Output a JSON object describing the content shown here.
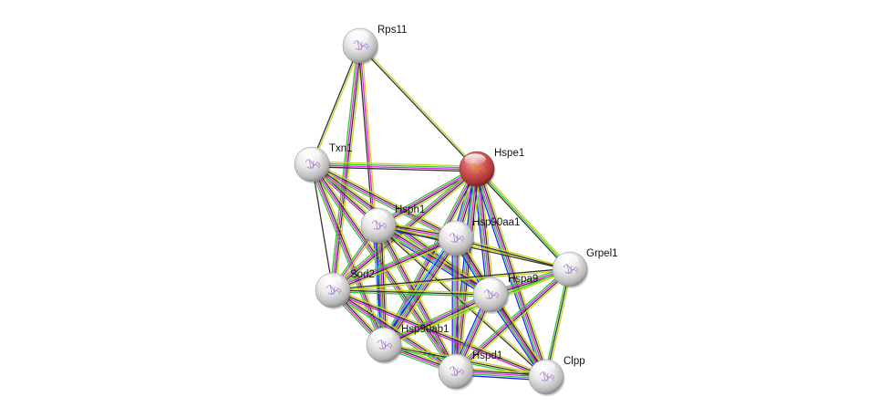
{
  "title": "STRING protein interaction network",
  "query_protein": "Hspe1",
  "colors": {
    "query_node": "#d94d4d",
    "node": "#e6e6e6",
    "edge_colors": {
      "black": "#333333",
      "yellow": "#c8d21e",
      "magenta": "#e020e0",
      "green": "#30c830",
      "blue": "#2020ff",
      "cyan": "#40c0e0",
      "purple": "#5a2d91"
    }
  },
  "nodes": [
    {
      "id": "Rps11",
      "label": "Rps11",
      "query": false
    },
    {
      "id": "Hspe1",
      "label": "Hspe1",
      "query": true
    },
    {
      "id": "Txn1",
      "label": "Txn1",
      "query": false
    },
    {
      "id": "Hsph1",
      "label": "Hsph1",
      "query": false
    },
    {
      "id": "Hsp90aa1",
      "label": "Hsp90aa1",
      "query": false
    },
    {
      "id": "Grpel1",
      "label": "Grpel1",
      "query": false
    },
    {
      "id": "Sod2",
      "label": "Sod2",
      "query": false
    },
    {
      "id": "Hspa9",
      "label": "Hspa9",
      "query": false
    },
    {
      "id": "Hsp90ab1",
      "label": "Hsp90ab1",
      "query": false
    },
    {
      "id": "Hspd1",
      "label": "Hspd1",
      "query": false
    },
    {
      "id": "Clpp",
      "label": "Clpp",
      "query": false
    }
  ],
  "edges": [
    {
      "a": "Rps11",
      "b": "Hspe1",
      "types": [
        "yellow",
        "black"
      ]
    },
    {
      "a": "Rps11",
      "b": "Txn1",
      "types": [
        "yellow",
        "black"
      ]
    },
    {
      "a": "Rps11",
      "b": "Sod2",
      "types": [
        "yellow",
        "black",
        "magenta",
        "green"
      ]
    },
    {
      "a": "Rps11",
      "b": "Hsp90ab1",
      "types": [
        "yellow",
        "magenta",
        "black"
      ]
    },
    {
      "a": "Txn1",
      "b": "Hspe1",
      "types": [
        "yellow",
        "green",
        "magenta",
        "black"
      ]
    },
    {
      "a": "Txn1",
      "b": "Hsph1",
      "types": [
        "yellow",
        "black",
        "magenta"
      ]
    },
    {
      "a": "Txn1",
      "b": "Hsp90aa1",
      "types": [
        "yellow",
        "black",
        "magenta",
        "green"
      ]
    },
    {
      "a": "Txn1",
      "b": "Sod2",
      "types": [
        "black"
      ]
    },
    {
      "a": "Txn1",
      "b": "Hspa9",
      "types": [
        "yellow",
        "black",
        "magenta",
        "green"
      ]
    },
    {
      "a": "Txn1",
      "b": "Hsp90ab1",
      "types": [
        "yellow",
        "black",
        "magenta",
        "green"
      ]
    },
    {
      "a": "Txn1",
      "b": "Hspd1",
      "types": [
        "yellow",
        "black",
        "magenta",
        "green"
      ]
    },
    {
      "a": "Hspe1",
      "b": "Hsph1",
      "types": [
        "yellow",
        "black",
        "magenta",
        "green"
      ]
    },
    {
      "a": "Hspe1",
      "b": "Hsp90aa1",
      "types": [
        "yellow",
        "black",
        "magenta",
        "green",
        "blue"
      ]
    },
    {
      "a": "Hspe1",
      "b": "Grpel1",
      "types": [
        "yellow",
        "green",
        "black"
      ]
    },
    {
      "a": "Hspe1",
      "b": "Sod2",
      "types": [
        "yellow",
        "black",
        "magenta",
        "green"
      ]
    },
    {
      "a": "Hspe1",
      "b": "Hspa9",
      "types": [
        "yellow",
        "black",
        "magenta",
        "green",
        "blue"
      ]
    },
    {
      "a": "Hspe1",
      "b": "Hsp90ab1",
      "types": [
        "yellow",
        "black",
        "magenta",
        "green"
      ]
    },
    {
      "a": "Hspe1",
      "b": "Hspd1",
      "types": [
        "yellow",
        "black",
        "magenta",
        "green",
        "blue"
      ]
    },
    {
      "a": "Hspe1",
      "b": "Clpp",
      "types": [
        "yellow",
        "black",
        "magenta",
        "green",
        "blue"
      ]
    },
    {
      "a": "Hsph1",
      "b": "Hsp90aa1",
      "types": [
        "yellow",
        "black",
        "magenta",
        "green",
        "blue"
      ]
    },
    {
      "a": "Hsph1",
      "b": "Grpel1",
      "types": [
        "yellow",
        "black"
      ]
    },
    {
      "a": "Hsph1",
      "b": "Sod2",
      "types": [
        "yellow",
        "magenta",
        "green"
      ]
    },
    {
      "a": "Hsph1",
      "b": "Hspa9",
      "types": [
        "yellow",
        "black",
        "magenta",
        "green",
        "blue"
      ]
    },
    {
      "a": "Hsph1",
      "b": "Hsp90ab1",
      "types": [
        "yellow",
        "black",
        "magenta",
        "green",
        "blue",
        "cyan"
      ]
    },
    {
      "a": "Hsph1",
      "b": "Hspd1",
      "types": [
        "yellow",
        "black",
        "magenta",
        "green"
      ]
    },
    {
      "a": "Hsph1",
      "b": "Clpp",
      "types": [
        "yellow",
        "black"
      ]
    },
    {
      "a": "Hsp90aa1",
      "b": "Grpel1",
      "types": [
        "yellow",
        "black"
      ]
    },
    {
      "a": "Hsp90aa1",
      "b": "Sod2",
      "types": [
        "yellow",
        "black",
        "magenta",
        "green"
      ]
    },
    {
      "a": "Hsp90aa1",
      "b": "Hspa9",
      "types": [
        "yellow",
        "black",
        "magenta",
        "green",
        "blue"
      ]
    },
    {
      "a": "Hsp90aa1",
      "b": "Hsp90ab1",
      "types": [
        "yellow",
        "black",
        "magenta",
        "green",
        "blue",
        "cyan"
      ]
    },
    {
      "a": "Hsp90aa1",
      "b": "Hspd1",
      "types": [
        "yellow",
        "black",
        "magenta",
        "green",
        "blue"
      ]
    },
    {
      "a": "Hsp90aa1",
      "b": "Clpp",
      "types": [
        "yellow",
        "black",
        "magenta",
        "green"
      ]
    },
    {
      "a": "Grpel1",
      "b": "Sod2",
      "types": [
        "yellow",
        "black"
      ]
    },
    {
      "a": "Grpel1",
      "b": "Hspa9",
      "types": [
        "yellow",
        "black",
        "magenta",
        "green"
      ]
    },
    {
      "a": "Grpel1",
      "b": "Hsp90ab1",
      "types": [
        "yellow",
        "green"
      ]
    },
    {
      "a": "Grpel1",
      "b": "Hspd1",
      "types": [
        "yellow",
        "black",
        "magenta",
        "green"
      ]
    },
    {
      "a": "Grpel1",
      "b": "Clpp",
      "types": [
        "yellow",
        "black",
        "green"
      ]
    },
    {
      "a": "Sod2",
      "b": "Hspa9",
      "types": [
        "yellow",
        "black",
        "green"
      ]
    },
    {
      "a": "Sod2",
      "b": "Hsp90ab1",
      "types": [
        "yellow",
        "black",
        "magenta",
        "green"
      ]
    },
    {
      "a": "Sod2",
      "b": "Hspd1",
      "types": [
        "yellow",
        "black",
        "magenta",
        "green"
      ]
    },
    {
      "a": "Sod2",
      "b": "Clpp",
      "types": [
        "yellow",
        "black",
        "magenta"
      ]
    },
    {
      "a": "Hspa9",
      "b": "Hsp90ab1",
      "types": [
        "yellow",
        "black",
        "magenta",
        "green"
      ]
    },
    {
      "a": "Hspa9",
      "b": "Hspd1",
      "types": [
        "yellow",
        "black",
        "magenta",
        "green",
        "blue"
      ]
    },
    {
      "a": "Hspa9",
      "b": "Clpp",
      "types": [
        "yellow",
        "black",
        "magenta",
        "green",
        "blue"
      ]
    },
    {
      "a": "Hsp90ab1",
      "b": "Hspd1",
      "types": [
        "yellow",
        "black",
        "magenta",
        "green"
      ]
    },
    {
      "a": "Hsp90ab1",
      "b": "Clpp",
      "types": [
        "yellow",
        "black",
        "green"
      ]
    },
    {
      "a": "Hspd1",
      "b": "Clpp",
      "types": [
        "yellow",
        "black",
        "magenta",
        "green",
        "blue"
      ]
    }
  ]
}
